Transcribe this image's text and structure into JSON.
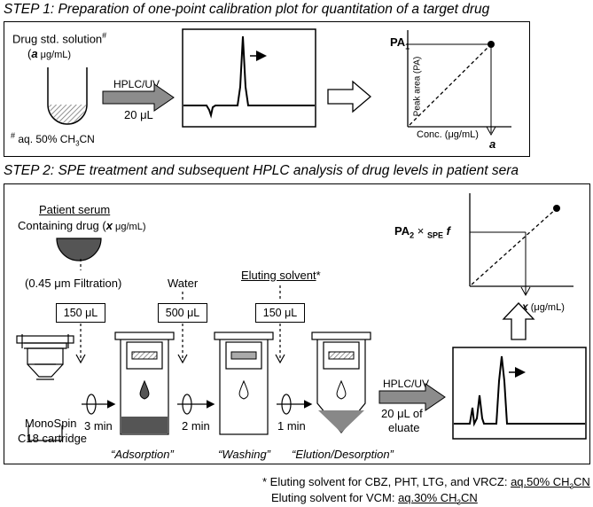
{
  "step1": {
    "title": "STEP 1: Preparation of one-point calibration plot for quantitation of a target drug",
    "std_label": "Drug std. solution",
    "std_mark": "#",
    "conc_open": "(",
    "conc_var": "a",
    "conc_unit": " μg/mL)",
    "footnote_mark": "#",
    "footnote_text": "aq. 50% CH",
    "footnote_sub": "3",
    "footnote_end": "CN",
    "hplc_label": "HPLC/UV",
    "volume": "20 μL",
    "peak_label": "PA",
    "peak_sub": "1",
    "plot_y_label": "PA",
    "plot_y_sub": "1",
    "plot_y_axis_title": "Peak area (PA)",
    "plot_x_axis_title": "Conc. (μg/mL)",
    "plot_x_point": "a"
  },
  "step2": {
    "title": "STEP 2: SPE treatment and subsequent HPLC analysis of drug levels in patient sera",
    "serum_label": "Patient serum",
    "serum_desc_a": "Containing drug (",
    "serum_desc_var": "x",
    "serum_desc_b": " μg/mL)",
    "filtration": "(0.45 μm Filtration)",
    "water": "Water",
    "eluting": "Eluting solvent",
    "eluting_mark": "*",
    "vol_serum": "150 μL",
    "vol_water": "500 μL",
    "vol_elute": "150 μL",
    "cartridge_a": "MonoSpin",
    "cartridge_b": "C18 cartridge",
    "t1": "3 min",
    "t2": "2 min",
    "t3": "1 min",
    "stage1": "“Adsorption”",
    "stage2": "“Washing”",
    "stage3": "“Elution/Desorption”",
    "hplc_label": "HPLC/UV",
    "hplc_vol_a": "20 μL of",
    "hplc_vol_b": "eluate",
    "peak_label": "PA",
    "peak_sub": "2",
    "plot_y_a": "PA",
    "plot_y_sub": "2",
    "plot_y_times": " × ",
    "plot_y_spe": "SPE",
    "plot_y_f": " f",
    "plot_x_var": "x",
    "plot_x_unit": " (μg/mL)"
  },
  "footnote": {
    "line1_a": "* Eluting solvent for CBZ, PHT, LTG, and VRCZ: ",
    "line1_b": "aq.50% CH",
    "line1_sub": "3",
    "line1_c": "CN",
    "line2_a": "Eluting solvent for VCM: ",
    "line2_b": "aq.30% CH",
    "line2_sub": "3",
    "line2_c": "CN"
  },
  "colors": {
    "arrow_fill": "#8c8c8c",
    "hatch": "#9a9a9a",
    "drop": "#555555",
    "serum": "#555555"
  }
}
